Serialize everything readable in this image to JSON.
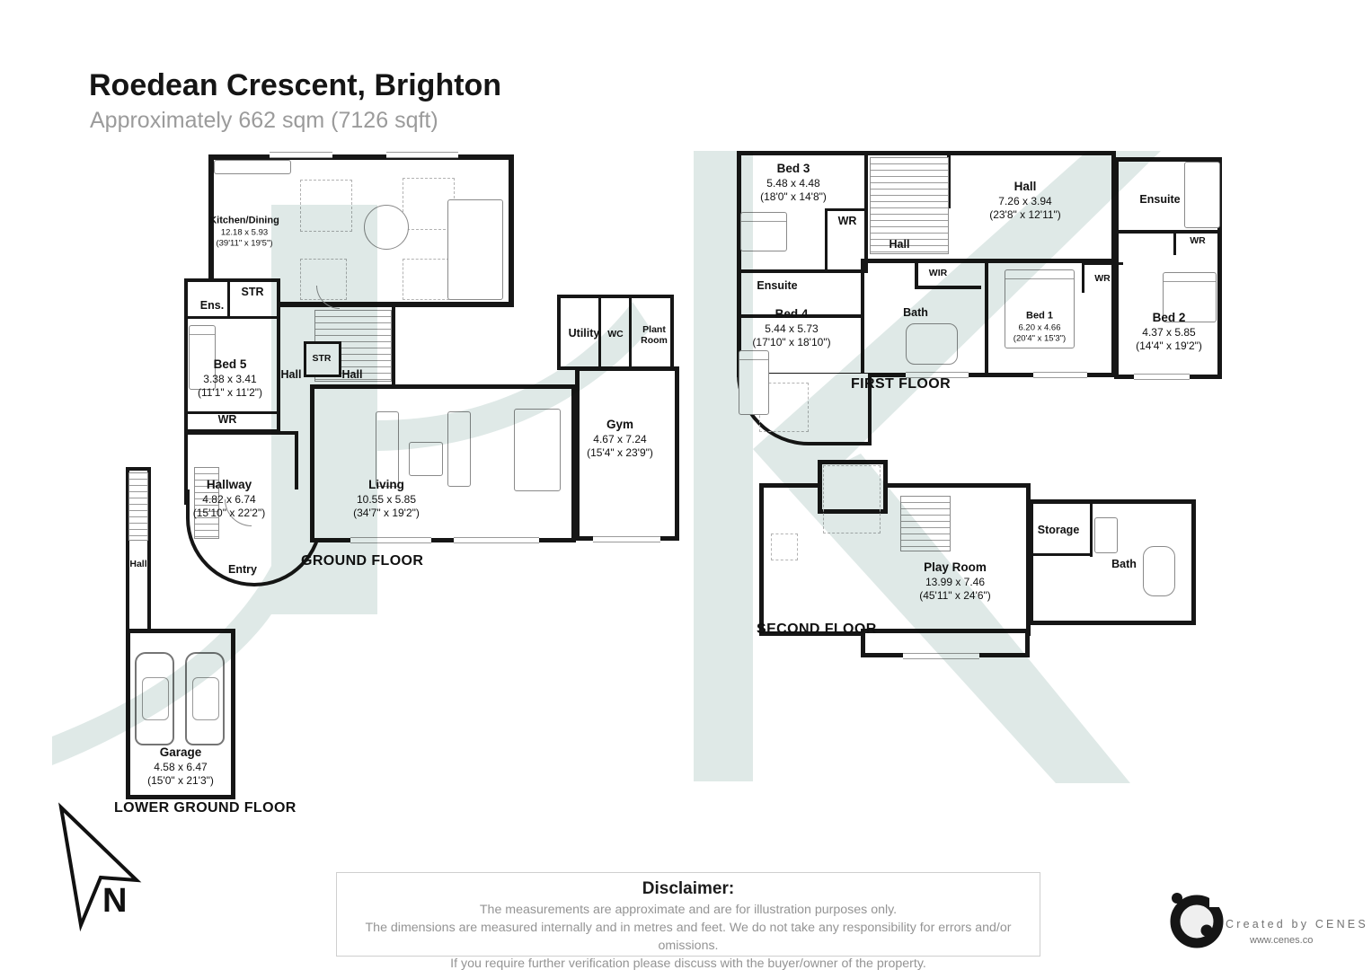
{
  "title_block": {
    "title": "Roedean Crescent, Brighton",
    "subtitle": "Approximately 662 sqm (7126 sqft)"
  },
  "ground": {
    "label": "GROUND FLOOR",
    "rooms": {
      "kitchen": {
        "name": "Kitchen/Dining",
        "metric": "12.18 x 5.93",
        "imperial": "(39'11\" x 19'5\")"
      },
      "str_top": "STR",
      "ens": "Ens.",
      "bed5": {
        "name": "Bed 5",
        "metric": "3.38 x 3.41",
        "imperial": "(11'1\" x 11'2\")"
      },
      "wr": "WR",
      "hall_left": "Hall",
      "str_mid": "STR",
      "hall_mid": "Hall",
      "utility": "Utility",
      "wc": "WC",
      "plant": "Plant Room",
      "gym": {
        "name": "Gym",
        "metric": "4.67 x 7.24",
        "imperial": "(15'4\" x 23'9\")"
      },
      "living": {
        "name": "Living",
        "metric": "10.55 x 5.85",
        "imperial": "(34'7\" x 19'2\")"
      },
      "hallway": {
        "name": "Hallway",
        "metric": "4.82 x 6.74",
        "imperial": "(15'10\" x 22'2\")"
      },
      "entry": "Entry"
    }
  },
  "first": {
    "label": "FIRST FLOOR",
    "rooms": {
      "bed3": {
        "name": "Bed 3",
        "metric": "5.48 x 4.48",
        "imperial": "(18'0\" x 14'8\")"
      },
      "wr_bed3": "WR",
      "hall_center": "Hall",
      "hall_main": {
        "name": "Hall",
        "metric": "7.26 x 3.94",
        "imperial": "(23'8\" x 12'11\")"
      },
      "ensuite_left": "Ensuite",
      "bed4": {
        "name": "Bed 4",
        "metric": "5.44 x 5.73",
        "imperial": "(17'10\" x 18'10\")"
      },
      "bath": "Bath",
      "wir": "WIR",
      "bed1": {
        "name": "Bed 1",
        "metric": "6.20 x 4.66",
        "imperial": "(20'4\" x 15'3\")"
      },
      "ensuite_right": "Ensuite",
      "wr_right": "WR",
      "wr_mid": "WR",
      "bed2": {
        "name": "Bed 2",
        "metric": "4.37 x 5.85",
        "imperial": "(14'4\" x 19'2\")"
      }
    }
  },
  "second": {
    "label": "SECOND FLOOR",
    "rooms": {
      "playroom": {
        "name": "Play Room",
        "metric": "13.99 x 7.46",
        "imperial": "(45'11\" x 24'6\")"
      },
      "storage": "Storage",
      "bath": "Bath"
    }
  },
  "lower": {
    "label": "LOWER GROUND FLOOR",
    "rooms": {
      "hall": "Hall",
      "garage": {
        "name": "Garage",
        "metric": "4.58 x 6.47",
        "imperial": "(15'0\" x 21'3\")"
      }
    }
  },
  "compass": {
    "label": "N"
  },
  "disclaimer": {
    "heading": "Disclaimer:",
    "line1": "The measurements are approximate and are for illustration purposes only.",
    "line2": "The dimensions are measured internally and in metres and feet. We do not take any responsibility for errors and/or omissions.",
    "line3": "If you require further verification please discuss with the buyer/owner of the property."
  },
  "credit": {
    "text": "Created by CENES",
    "url": "www.cenes.co"
  },
  "icons": {
    "north_arrow": "northwest-arrow",
    "logo": "cenes-swirl-logo"
  },
  "accent_colors": {
    "watermark": "#dfe9e7",
    "wall": "#161616",
    "muted_text": "#949494"
  }
}
